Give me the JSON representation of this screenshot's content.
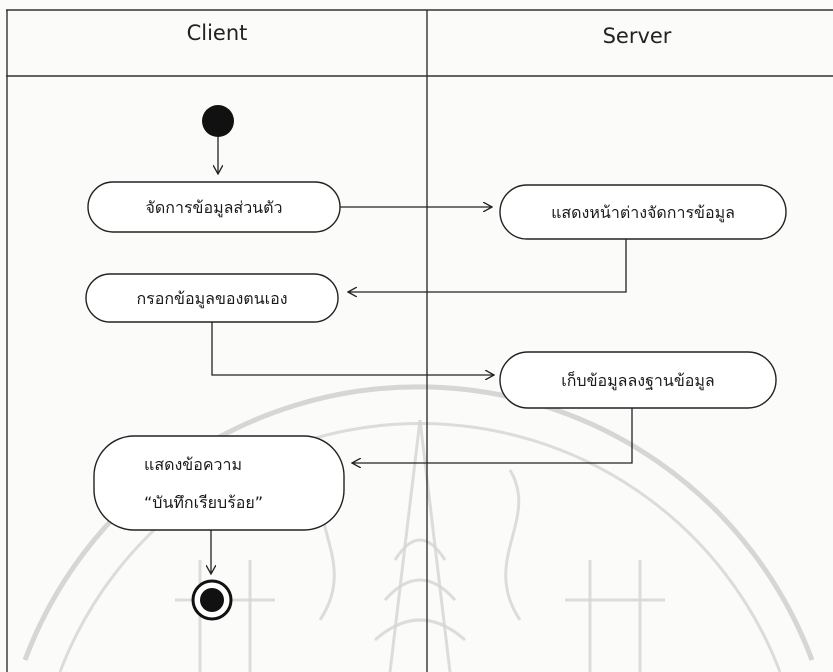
{
  "diagram": {
    "lanes": [
      {
        "id": "client",
        "title": "Client"
      },
      {
        "id": "server",
        "title": "Server"
      }
    ],
    "nodes": {
      "manage_personal_info": "จัดการข้อมูลส่วนตัว",
      "show_manage_window": "แสดงหน้าต่างจัดการข้อมูล",
      "fill_own_info": "กรอกข้อมูลของตนเอง",
      "save_to_database": "เก็บข้อมูลลงฐานข้อมูล",
      "show_message_line1": "แสดงข้อความ",
      "show_message_line2": "“บันทึกเรียบร้อย”"
    },
    "edges": [
      {
        "from": "initial",
        "to": "manage_personal_info"
      },
      {
        "from": "manage_personal_info",
        "to": "show_manage_window"
      },
      {
        "from": "show_manage_window",
        "to": "fill_own_info"
      },
      {
        "from": "fill_own_info",
        "to": "save_to_database"
      },
      {
        "from": "save_to_database",
        "to": "show_message"
      },
      {
        "from": "show_message",
        "to": "final"
      }
    ]
  },
  "colors": {
    "line": "#222222",
    "watermark": "#cfcfcf",
    "background": "#fbfbf9"
  }
}
